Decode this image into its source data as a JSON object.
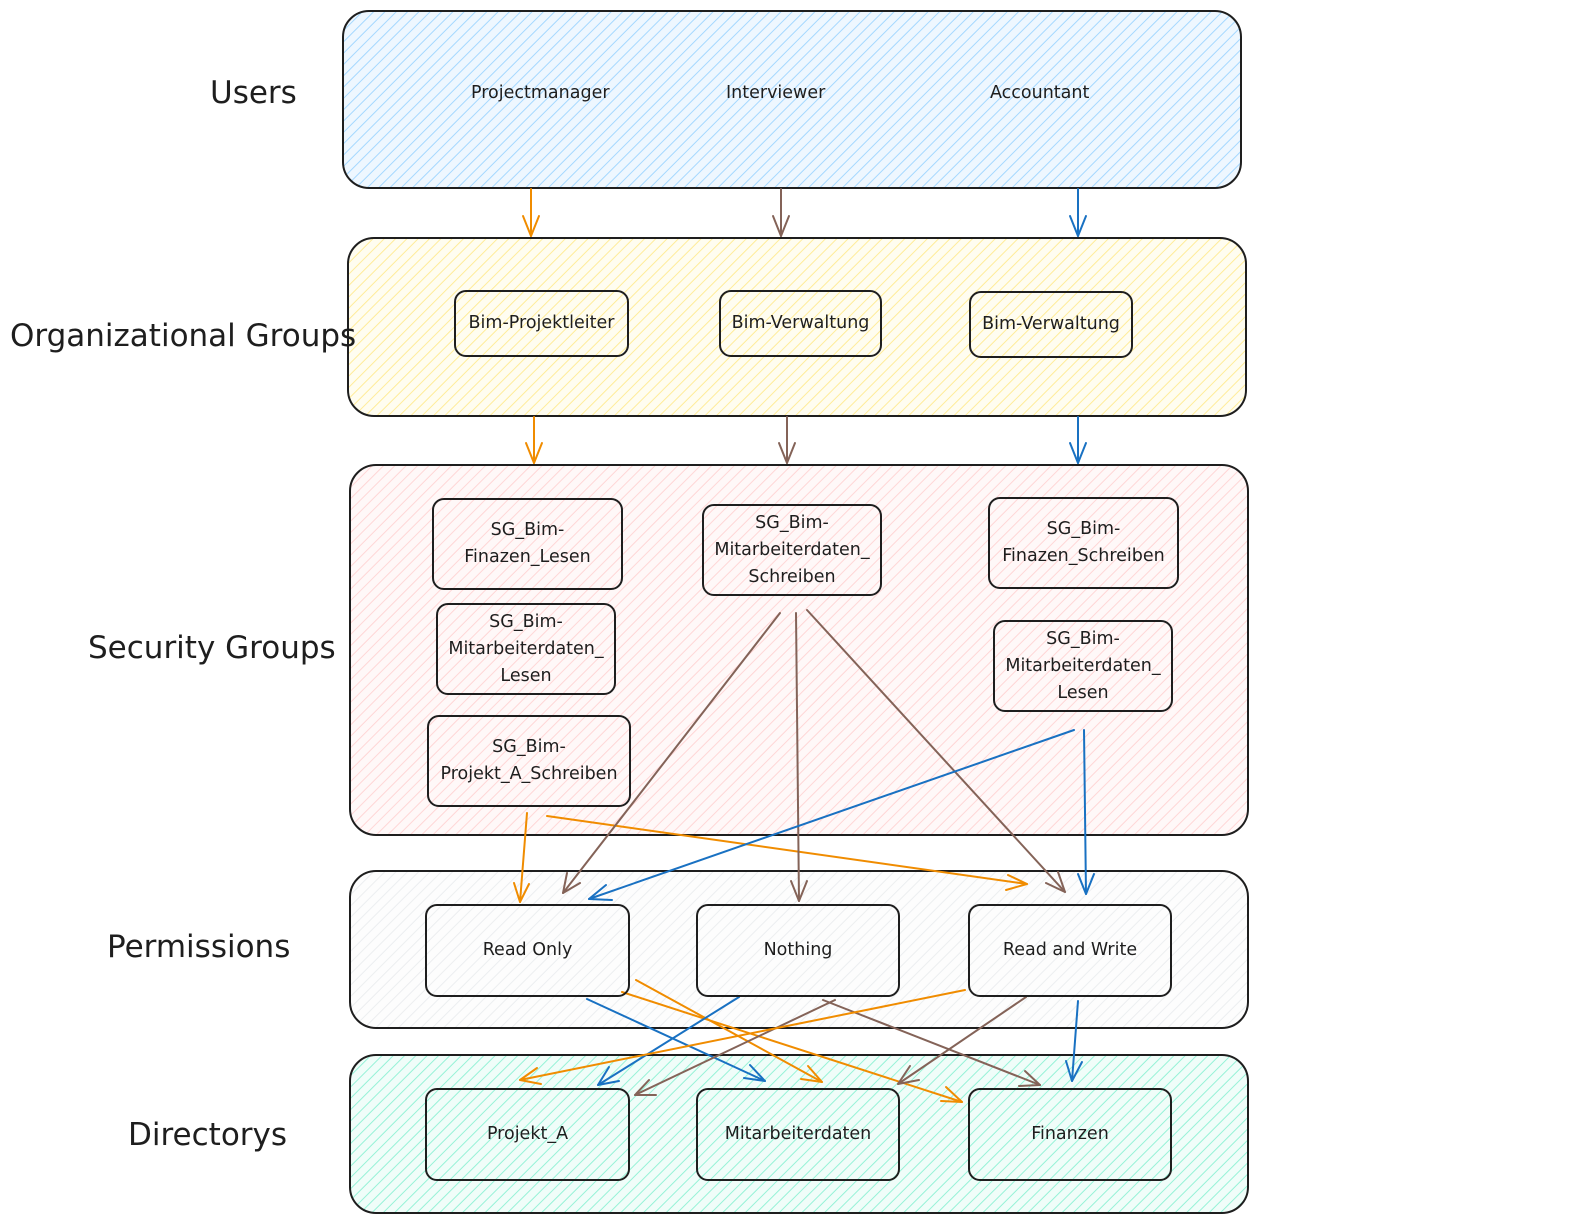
{
  "rows": {
    "users": "Users",
    "org_groups": "Organizational Groups",
    "security_groups": "Security Groups",
    "permissions": "Permissions",
    "directories": "Directorys"
  },
  "users": [
    "Projectmanager",
    "Interviewer",
    "Accountant"
  ],
  "org_groups": [
    "Bim-Projektleiter",
    "Bim-Verwaltung",
    "Bim-Verwaltung"
  ],
  "security_groups": [
    {
      "line1": "SG_Bim-",
      "line2": "Finazen_Lesen",
      "line3": ""
    },
    {
      "line1": "SG_Bim-",
      "line2": "Mitarbeiterdaten_",
      "line3": "Lesen"
    },
    {
      "line1": "SG_Bim-",
      "line2": "Projekt_A_Schreiben",
      "line3": ""
    },
    {
      "line1": "SG_Bim-",
      "line2": "Mitarbeiterdaten_",
      "line3": "Schreiben"
    },
    {
      "line1": "SG_Bim-",
      "line2": "Finazen_Schreiben",
      "line3": ""
    },
    {
      "line1": "SG_Bim-",
      "line2": "Mitarbeiterdaten_",
      "line3": "Lesen"
    }
  ],
  "permissions": [
    "Read Only",
    "Nothing",
    "Read and Write"
  ],
  "directories": [
    "Projekt_A",
    "Mitarbeiterdaten",
    "Finanzen"
  ],
  "colors": {
    "users_fill": "#a5d8ff",
    "org_fill": "#ffec99",
    "security_fill": "#ffc9c9",
    "permissions_fill": "#e9ecef",
    "directories_fill": "#96f2d7",
    "stroke": "#1e1e1e",
    "orange": "#f08c00",
    "brown": "#846358",
    "blue": "#1971c2"
  }
}
